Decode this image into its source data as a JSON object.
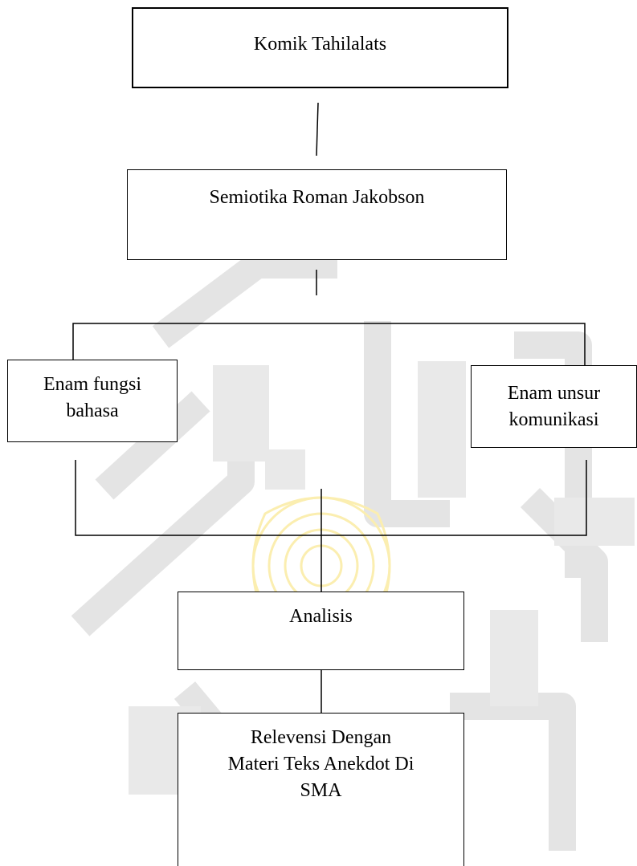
{
  "colors": {
    "line": "#000000",
    "box_fill": "#ffffff",
    "watermark_gray": "#e6e6e6",
    "watermark_yellow": "#fdf4c4"
  },
  "watermark": {
    "icon": "university-logo-watermark"
  },
  "nodes": {
    "komik": {
      "label": "Komik Tahilalats"
    },
    "semiotika": {
      "label": "Semiotika Roman Jakobson"
    },
    "fungsi": {
      "line1": "Enam fungsi",
      "line2": "bahasa"
    },
    "unsur": {
      "line1": "Enam unsur",
      "line2": "komunikasi"
    },
    "analisis": {
      "label": "Analisis"
    },
    "relevensi": {
      "line1": "Relevensi Dengan",
      "line2": "Materi Teks Anekdot Di",
      "line3": "SMA"
    }
  }
}
